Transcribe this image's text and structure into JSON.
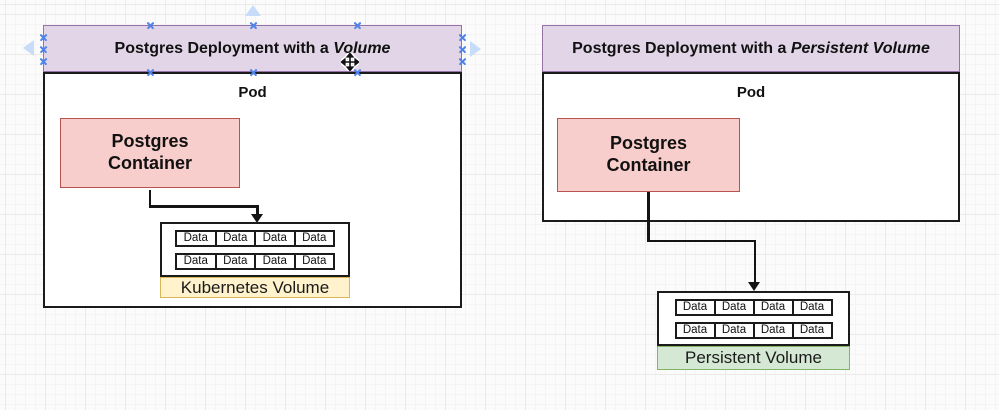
{
  "app": {
    "surface": "diagram-editor-canvas",
    "grid": "on"
  },
  "left_diagram": {
    "selected": true,
    "title_prefix": "Postgres Deployment with a ",
    "title_emphasis": "Volume",
    "pod_label": "Pod",
    "container_label": "Postgres\nContainer",
    "volume": {
      "label": "Kubernetes Volume",
      "fill": "#FFF2CC",
      "border": "#D6B656",
      "rows": [
        [
          "Data",
          "Data",
          "Data",
          "Data"
        ],
        [
          "Data",
          "Data",
          "Data",
          "Data"
        ]
      ]
    }
  },
  "right_diagram": {
    "selected": false,
    "title_prefix": "Postgres Deployment with a ",
    "title_emphasis": "Persistent Volume",
    "pod_label": "Pod",
    "container_label": "Postgres\nContainer",
    "volume": {
      "label": "Persistent Volume",
      "fill": "#D5E8D4",
      "border": "#82B366",
      "rows": [
        [
          "Data",
          "Data",
          "Data",
          "Data"
        ],
        [
          "Data",
          "Data",
          "Data",
          "Data"
        ]
      ]
    }
  },
  "colors": {
    "title_fill": "#E1D5E7",
    "title_border": "#9673A6",
    "container_fill": "#F8CECC",
    "container_border": "#B85450",
    "shape_stroke": "#1b1b1b",
    "selection_handle": "#4f83e8",
    "nav_arrow": "#c7dcf8",
    "canvas_bg": "#fcfbfb"
  },
  "editor_ui": {
    "connection_point_glyph": "x-cross",
    "nav_arrows": [
      "up",
      "left",
      "right"
    ],
    "cursor": "move-crosshair"
  }
}
